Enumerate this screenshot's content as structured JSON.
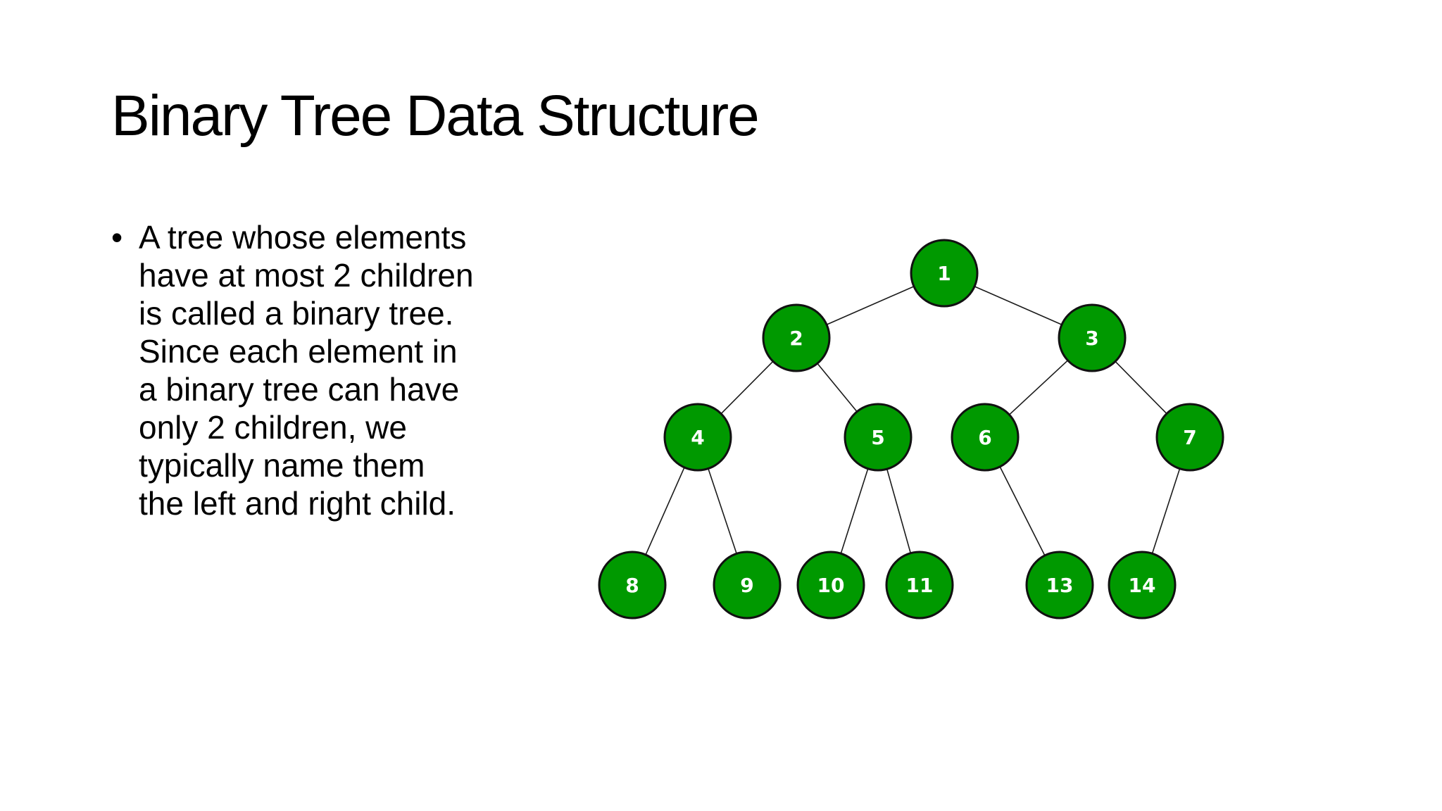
{
  "slide": {
    "title": "Binary Tree Data Structure",
    "bullets": [
      "A tree whose elements have at most 2 children is called a binary tree. Since each element in a binary tree can have only 2 children, we typically name them the left and right child."
    ]
  },
  "tree": {
    "node_color": "#009900",
    "text_color": "#ffffff",
    "nodes": [
      {
        "id": "n1",
        "label": "1"
      },
      {
        "id": "n2",
        "label": "2"
      },
      {
        "id": "n3",
        "label": "3"
      },
      {
        "id": "n4",
        "label": "4"
      },
      {
        "id": "n5",
        "label": "5"
      },
      {
        "id": "n6",
        "label": "6"
      },
      {
        "id": "n7",
        "label": "7"
      },
      {
        "id": "n8",
        "label": "8"
      },
      {
        "id": "n9",
        "label": "9"
      },
      {
        "id": "n10",
        "label": "10"
      },
      {
        "id": "n11",
        "label": "11"
      },
      {
        "id": "n13",
        "label": "13"
      },
      {
        "id": "n14",
        "label": "14"
      }
    ],
    "edges": [
      {
        "from": "n1",
        "to": "n2"
      },
      {
        "from": "n1",
        "to": "n3"
      },
      {
        "from": "n2",
        "to": "n4"
      },
      {
        "from": "n2",
        "to": "n5"
      },
      {
        "from": "n3",
        "to": "n6"
      },
      {
        "from": "n3",
        "to": "n7"
      },
      {
        "from": "n4",
        "to": "n8"
      },
      {
        "from": "n4",
        "to": "n9"
      },
      {
        "from": "n5",
        "to": "n10"
      },
      {
        "from": "n5",
        "to": "n11"
      },
      {
        "from": "n6",
        "to": "n13"
      },
      {
        "from": "n7",
        "to": "n14"
      }
    ]
  }
}
